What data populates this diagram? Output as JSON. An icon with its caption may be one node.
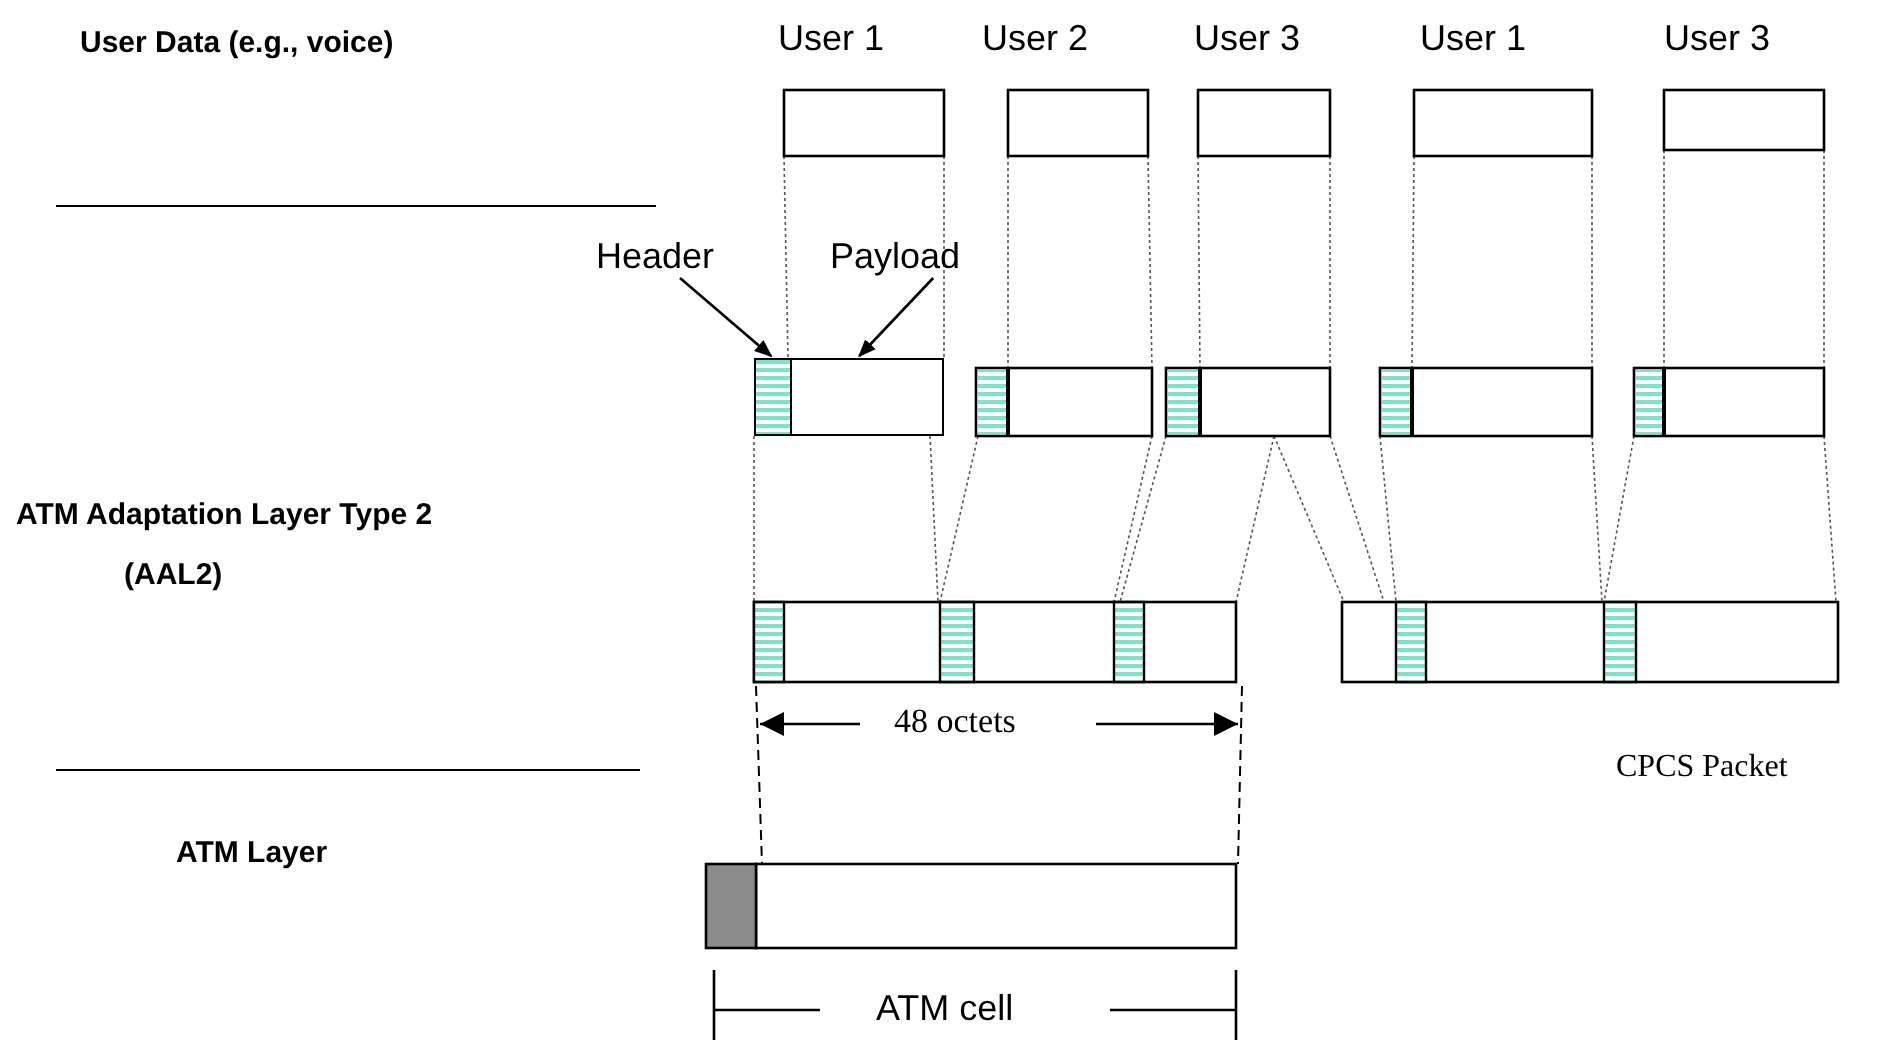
{
  "diagram": {
    "nodes": [
      {
        "text": [
          "Header"
        ]
      },
      {
        "text": [
          "Payload"
        ]
      },
      {
        "text": [],
        "shape": "box"
      },
      {
        "text": [],
        "shape": "box"
      }
    ],
    "edges": [
      {
        "from": 0,
        "to": 2,
        "arrow": "to"
      },
      {
        "from": 1,
        "to": 3,
        "arrow": "to"
      }
    ],
    "labels": [
      "User Data (e.g., voice)",
      "User 1",
      "User 2",
      "User 3",
      "User 1",
      "User 3",
      "ATM Adaptation Layer Type 2",
      "(AAL2)",
      "48 octets",
      "CPCS Packet",
      "ATM Layer",
      "ATM cell"
    ]
  }
}
